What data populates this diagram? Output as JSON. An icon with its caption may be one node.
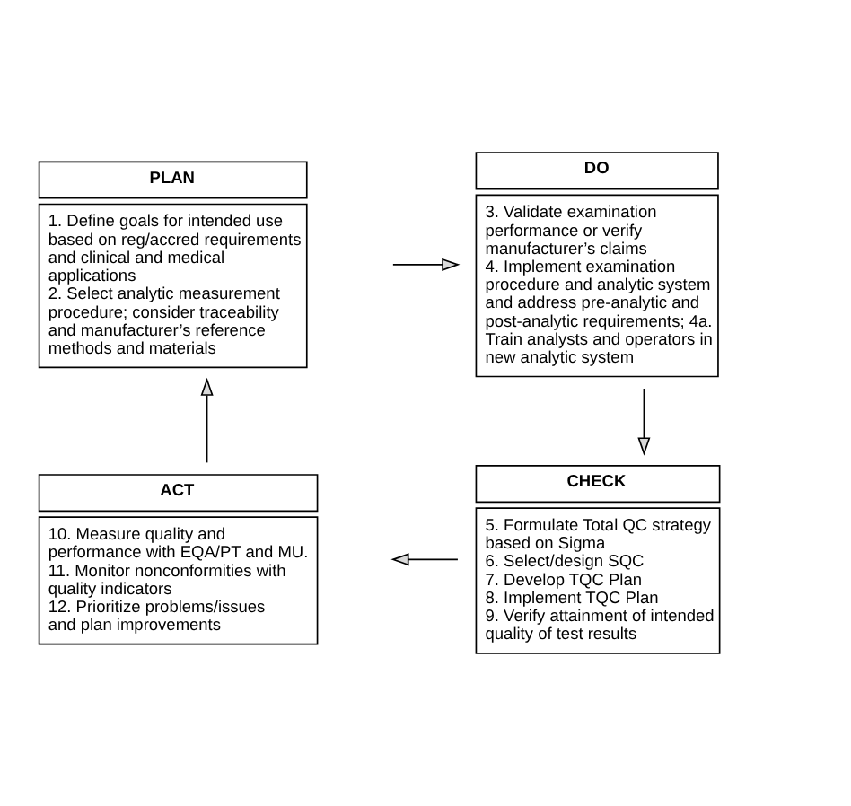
{
  "diagram": {
    "nodes": [
      {
        "text": [
          "PLAN",
          "1. Define goals for intended use based on reg/accred requirements and clinical and medical applications",
          "2. Select analytic measurement procedure; consider traceability and manufacturer’s reference methods and materials"
        ]
      },
      {
        "text": [
          "DO",
          "3. Validate examination performance or verify manufacturer’s claims",
          "4. Implement examination procedure and analytic system and address pre-analytic and post-analytic requirements; 4a. Train analysts and operators in new analytic system"
        ]
      },
      {
        "text": [
          "CHECK",
          "5. Formulate Total QC strategy based on Sigma",
          "6. Select/design SQC",
          "7. Develop TQC Plan",
          "8. Implement TQC Plan",
          "9. Verify attainment of intended quality of test results"
        ]
      },
      {
        "text": [
          "ACT",
          "10. Measure quality and performance with EQA/PT and MU.",
          "11. Monitor nonconformities with quality indicators",
          "12. Prioritize problems/issues and plan improvements"
        ]
      }
    ],
    "edges": [
      {
        "from": 0,
        "to": 1,
        "arrow": "to"
      },
      {
        "from": 1,
        "to": 2,
        "arrow": "to"
      },
      {
        "from": 2,
        "to": 3,
        "arrow": "to"
      },
      {
        "from": 3,
        "to": 0,
        "arrow": "to"
      }
    ]
  }
}
